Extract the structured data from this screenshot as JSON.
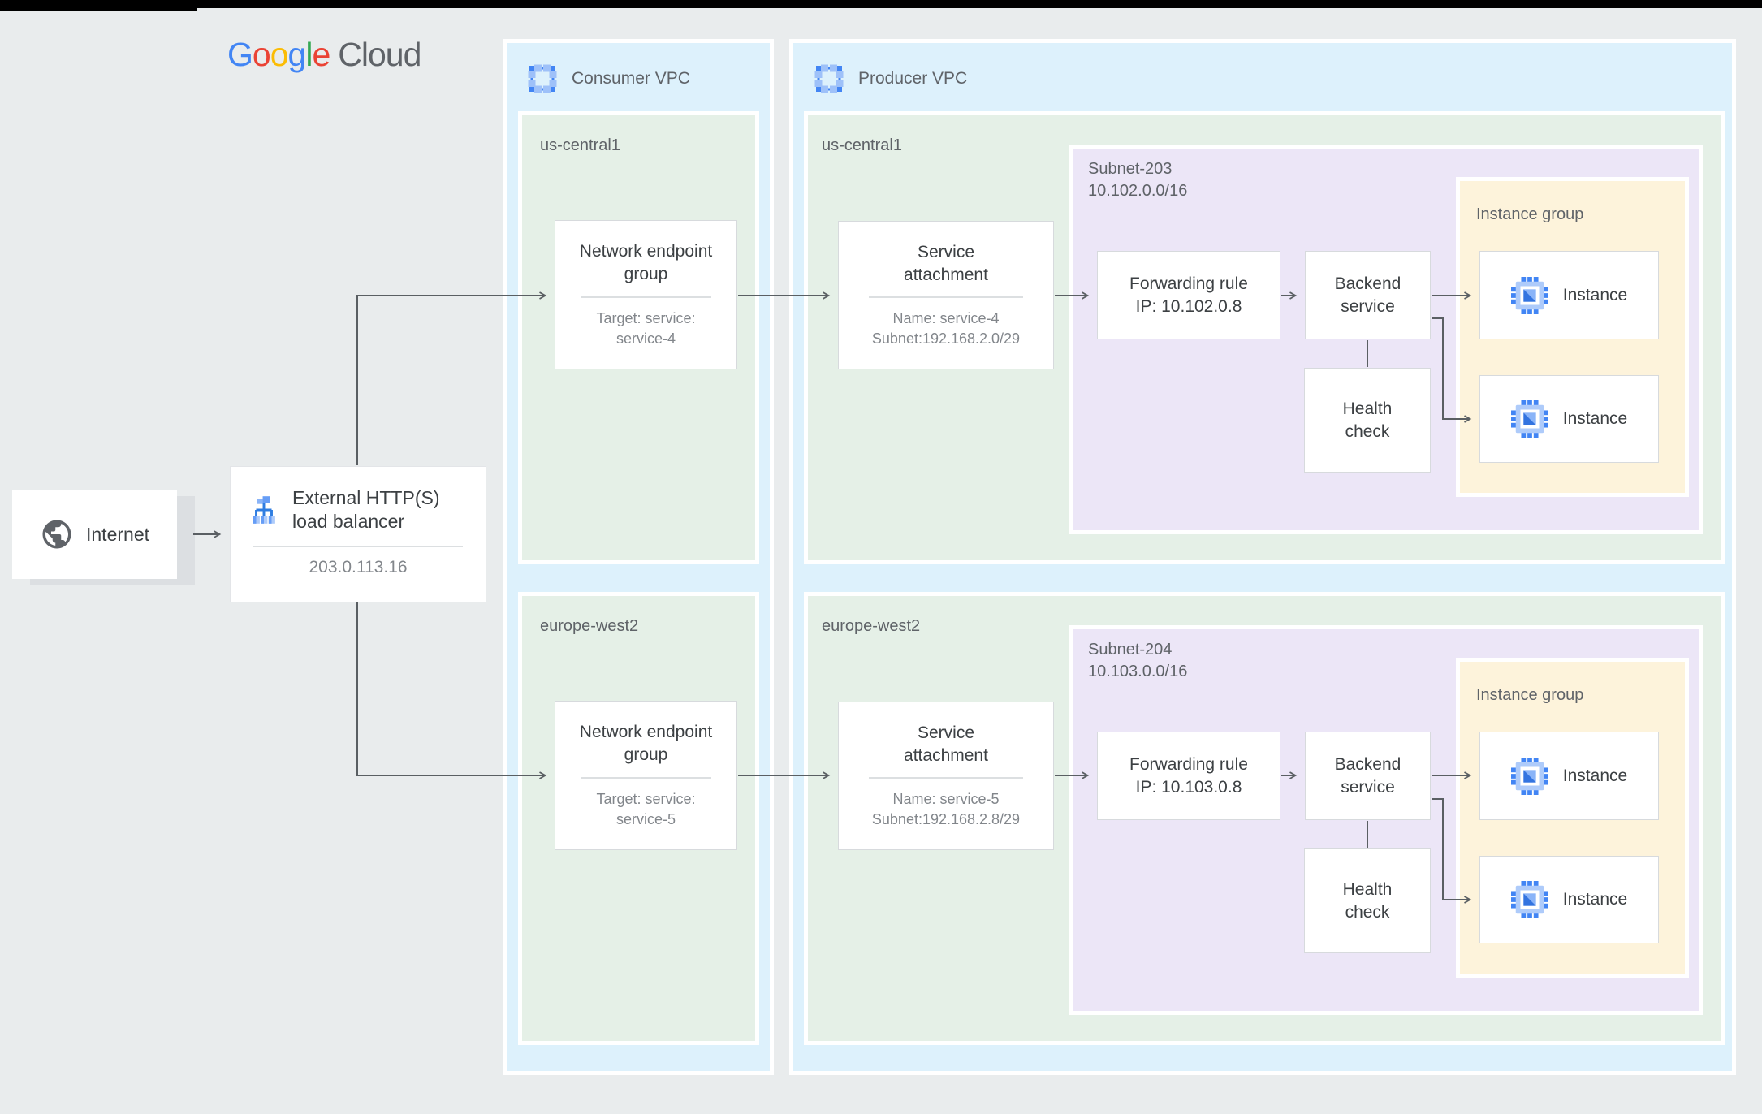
{
  "brand": {
    "letters": [
      {
        "ch": "G",
        "color": "#4285F4"
      },
      {
        "ch": "o",
        "color": "#EA4335"
      },
      {
        "ch": "o",
        "color": "#FBBC05"
      },
      {
        "ch": "g",
        "color": "#4285F4"
      },
      {
        "ch": "l",
        "color": "#34A853"
      },
      {
        "ch": "e",
        "color": "#EA4335"
      }
    ],
    "suffix": "Cloud"
  },
  "internet": {
    "label": "Internet"
  },
  "load_balancer": {
    "title": "External HTTP(S) load balancer",
    "ip": "203.0.113.16"
  },
  "consumer_vpc": {
    "title": "Consumer VPC",
    "regions": [
      {
        "name": "us-central1",
        "neg": {
          "title": "Network endpoint group",
          "detail": "Target: service: service-4"
        }
      },
      {
        "name": "europe-west2",
        "neg": {
          "title": "Network endpoint group",
          "detail": "Target: service: service-5"
        }
      }
    ]
  },
  "producer_vpc": {
    "title": "Producer VPC",
    "regions": [
      {
        "name": "us-central1",
        "service_attachment": {
          "title": "Service attachment",
          "line1": "Name: service-4",
          "line2": "Subnet:192.168.2.0/29"
        },
        "subnet": {
          "name": "Subnet-203",
          "cidr": "10.102.0.0/16",
          "forwarding_rule": {
            "line1": "Forwarding rule",
            "line2": "IP: 10.102.0.8"
          },
          "backend_service": "Backend service",
          "health_check": "Health check",
          "instance_group": {
            "label": "Instance group",
            "instances": [
              "Instance",
              "Instance"
            ]
          }
        }
      },
      {
        "name": "europe-west2",
        "service_attachment": {
          "title": "Service attachment",
          "line1": "Name: service-5",
          "line2": "Subnet:192.168.2.8/29"
        },
        "subnet": {
          "name": "Subnet-204",
          "cidr": "10.103.0.0/16",
          "forwarding_rule": {
            "line1": "Forwarding rule",
            "line2": "IP: 10.103.0.8"
          },
          "backend_service": "Backend service",
          "health_check": "Health check",
          "instance_group": {
            "label": "Instance group",
            "instances": [
              "Instance",
              "Instance"
            ]
          }
        }
      }
    ]
  },
  "colors": {
    "vpc_fill": "#ddf1fc",
    "region_fill": "#e5f0e7",
    "subnet_fill": "#ece6f7",
    "instance_group_fill": "#fdf3db",
    "accent_blue": "#4285f4",
    "connector": "#5a5f63",
    "background": "#e9eced"
  }
}
